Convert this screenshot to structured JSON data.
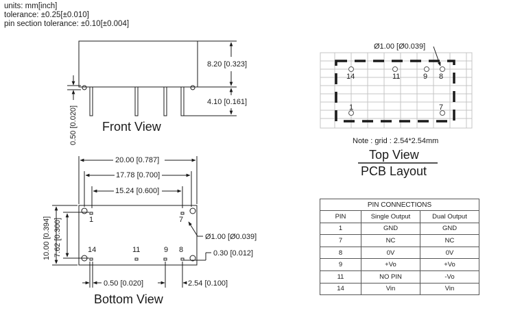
{
  "header": {
    "units": "units: mm[inch]",
    "tolerance": "tolerance: ±0.25[±0.010]",
    "pin_tolerance": "pin section tolerance: ±0.10[±0.004]"
  },
  "front_view": {
    "title": "Front View",
    "dim_height": "8.20 [0.323]",
    "dim_pin_length": "4.10 [0.161]",
    "dim_standoff": "0.50 [0.020]"
  },
  "top_view": {
    "title_line1": "Top View",
    "title_line2": "PCB Layout",
    "hole_dim": "Ø1.00 [Ø0.039]",
    "note": "Note : grid : 2.54*2.54mm",
    "pins": [
      "14",
      "11",
      "9",
      "8",
      "1",
      "7"
    ]
  },
  "bottom_view": {
    "title": "Bottom View",
    "dim_width": "20.00 [0.787]",
    "dim_span1": "17.78 [0.700]",
    "dim_span2": "15.24 [0.600]",
    "dim_depth": "10.00 [0.394]",
    "dim_row": "7.62 [0.300]",
    "hole_dim": "Ø1.00 [Ø0.039]",
    "dim_pin_width": "0.30 [0.012]",
    "dim_pin_edge": "0.50 [0.020]",
    "dim_pitch": "2.54 [0.100]",
    "pins": [
      "1",
      "7",
      "14",
      "11",
      "9",
      "8"
    ]
  },
  "pin_table": {
    "caption": "PIN CONNECTIONS",
    "headers": [
      "PIN",
      "Single Output",
      "Dual Output"
    ],
    "rows": [
      [
        "1",
        "GND",
        "GND"
      ],
      [
        "7",
        "NC",
        "NC"
      ],
      [
        "8",
        "0V",
        "0V"
      ],
      [
        "9",
        "+Vo",
        "+Vo"
      ],
      [
        "11",
        "NO PIN",
        "-Vo"
      ],
      [
        "14",
        "Vin",
        "Vin"
      ]
    ]
  }
}
